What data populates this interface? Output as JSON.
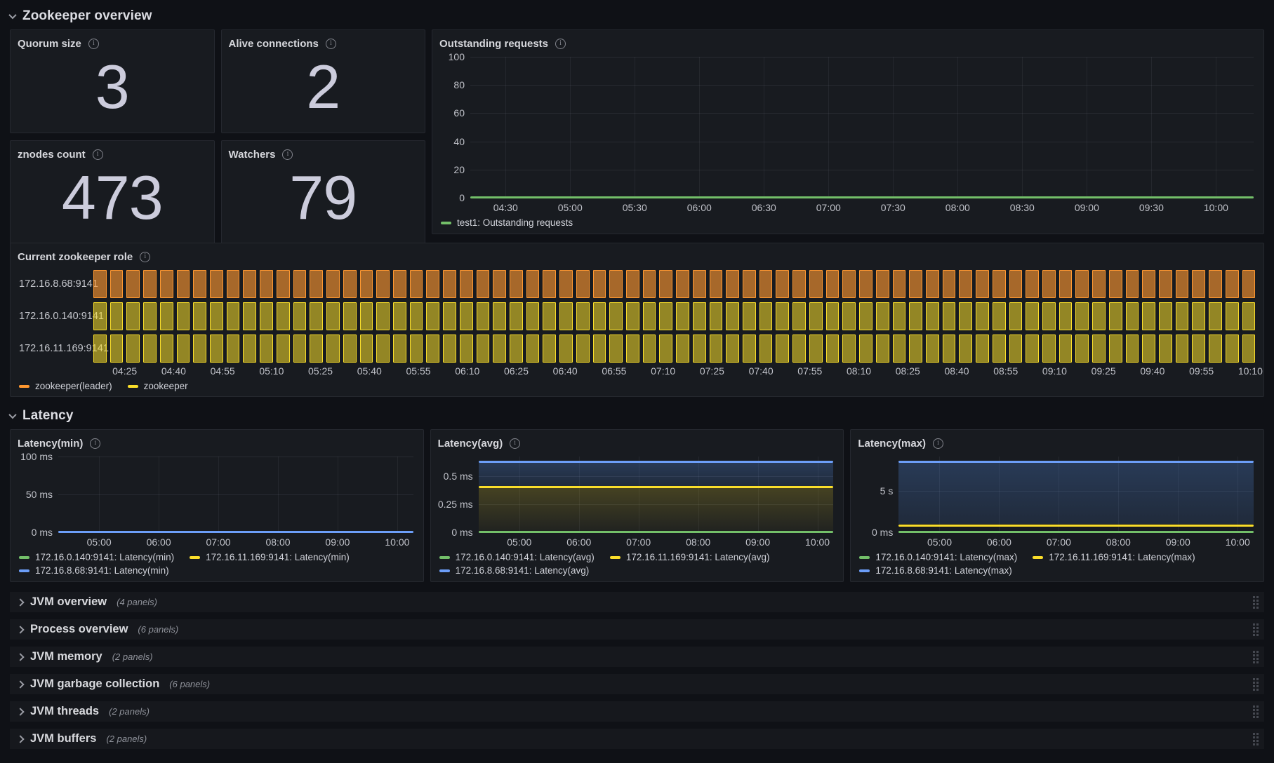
{
  "colors": {
    "green": "#73bf69",
    "yellow": "#fade2a",
    "blue": "#6c9ef8",
    "orange": "#ff9830"
  },
  "sections": {
    "overview": {
      "title": "Zookeeper overview"
    },
    "latency": {
      "title": "Latency"
    }
  },
  "stats": [
    {
      "title": "Quorum size",
      "value": "3"
    },
    {
      "title": "Alive connections",
      "value": "2"
    },
    {
      "title": "znodes count",
      "value": "473"
    },
    {
      "title": "Watchers",
      "value": "79"
    }
  ],
  "outstanding_requests": {
    "title": "Outstanding requests",
    "y_ticks": [
      "100",
      "80",
      "60",
      "40",
      "20",
      "0"
    ],
    "x_ticks": [
      "04:30",
      "05:00",
      "05:30",
      "06:00",
      "06:30",
      "07:00",
      "07:30",
      "08:00",
      "08:30",
      "09:00",
      "09:30",
      "10:00"
    ],
    "legend": [
      {
        "label": "test1: Outstanding requests",
        "color": "#73bf69"
      }
    ],
    "chart_data": {
      "type": "line",
      "title": "Outstanding requests",
      "x": [
        "04:30",
        "05:00",
        "05:30",
        "06:00",
        "06:30",
        "07:00",
        "07:30",
        "08:00",
        "08:30",
        "09:00",
        "09:30",
        "10:00"
      ],
      "series": [
        {
          "name": "test1: Outstanding requests",
          "color": "#73bf69",
          "values": [
            0,
            0,
            0,
            0,
            0,
            0,
            0,
            0,
            0,
            0,
            0,
            0
          ]
        }
      ],
      "ylim": [
        0,
        100
      ],
      "grid": true,
      "legend_position": "bottom"
    }
  },
  "role": {
    "title": "Current zookeeper role",
    "rows": [
      {
        "host": "172.16.8.68:9141",
        "state": "zookeeper(leader)"
      },
      {
        "host": "172.16.0.140:9141",
        "state": "zookeeper"
      },
      {
        "host": "172.16.11.169:9141",
        "state": "zookeeper"
      }
    ],
    "x_ticks": [
      "04:25",
      "04:40",
      "04:55",
      "05:10",
      "05:25",
      "05:40",
      "05:55",
      "06:10",
      "06:25",
      "06:40",
      "06:55",
      "07:10",
      "07:25",
      "07:40",
      "07:55",
      "08:10",
      "08:25",
      "08:40",
      "08:55",
      "09:10",
      "09:25",
      "09:40",
      "09:55",
      "10:10"
    ],
    "legend": [
      {
        "label": "zookeeper(leader)",
        "color": "#ff9830"
      },
      {
        "label": "zookeeper",
        "color": "#fade2a"
      }
    ],
    "chart_data": {
      "type": "state-timeline",
      "time_range": [
        "04:25",
        "10:10"
      ],
      "rows": [
        {
          "host": "172.16.8.68:9141",
          "state": "zookeeper(leader)",
          "color": "#ff9830"
        },
        {
          "host": "172.16.0.140:9141",
          "state": "zookeeper",
          "color": "#fade2a"
        },
        {
          "host": "172.16.11.169:9141",
          "state": "zookeeper",
          "color": "#fade2a"
        }
      ]
    }
  },
  "latency_min": {
    "title": "Latency(min)",
    "y_ticks": [
      "100 ms",
      "50 ms",
      "0 ms"
    ],
    "x_ticks": [
      "05:00",
      "06:00",
      "07:00",
      "08:00",
      "09:00",
      "10:00"
    ],
    "legend": [
      {
        "label": "172.16.0.140:9141: Latency(min)",
        "color": "#73bf69"
      },
      {
        "label": "172.16.11.169:9141: Latency(min)",
        "color": "#fade2a"
      },
      {
        "label": "172.16.8.68:9141: Latency(min)",
        "color": "#6c9ef8"
      }
    ],
    "chart_data": {
      "type": "line",
      "title": "Latency(min)",
      "unit": "ms",
      "ylim": [
        0,
        100
      ],
      "x": [
        "05:00",
        "06:00",
        "07:00",
        "08:00",
        "09:00",
        "10:00"
      ],
      "series": [
        {
          "name": "172.16.0.140:9141: Latency(min)",
          "color": "#73bf69",
          "values": [
            0,
            0,
            0,
            0,
            0,
            0
          ]
        },
        {
          "name": "172.16.11.169:9141: Latency(min)",
          "color": "#fade2a",
          "values": [
            0,
            0,
            0,
            0,
            0,
            0
          ]
        },
        {
          "name": "172.16.8.68:9141: Latency(min)",
          "color": "#6c9ef8",
          "values": [
            0,
            0,
            0,
            0,
            0,
            0
          ]
        }
      ]
    }
  },
  "latency_avg": {
    "title": "Latency(avg)",
    "y_ticks": [
      "0.5 ms",
      "0.25 ms",
      "0 ms"
    ],
    "x_ticks": [
      "05:00",
      "06:00",
      "07:00",
      "08:00",
      "09:00",
      "10:00"
    ],
    "legend": [
      {
        "label": "172.16.0.140:9141: Latency(avg)",
        "color": "#73bf69"
      },
      {
        "label": "172.16.11.169:9141: Latency(avg)",
        "color": "#fade2a"
      },
      {
        "label": "172.16.8.68:9141: Latency(avg)",
        "color": "#6c9ef8"
      }
    ],
    "chart_data": {
      "type": "line",
      "title": "Latency(avg)",
      "unit": "ms",
      "ylim": [
        0,
        0.65
      ],
      "x": [
        "05:00",
        "06:00",
        "07:00",
        "08:00",
        "09:00",
        "10:00"
      ],
      "series": [
        {
          "name": "172.16.0.140:9141: Latency(avg)",
          "color": "#73bf69",
          "values": [
            0,
            0,
            0,
            0,
            0,
            0
          ]
        },
        {
          "name": "172.16.11.169:9141: Latency(avg)",
          "color": "#fade2a",
          "values": [
            0.38,
            0.38,
            0.38,
            0.38,
            0.38,
            0.38
          ]
        },
        {
          "name": "172.16.8.68:9141: Latency(avg)",
          "color": "#6c9ef8",
          "values": [
            0.6,
            0.6,
            0.6,
            0.6,
            0.6,
            0.6
          ]
        }
      ]
    }
  },
  "latency_max": {
    "title": "Latency(max)",
    "y_ticks": [
      "5 s",
      "0 ms"
    ],
    "x_ticks": [
      "05:00",
      "06:00",
      "07:00",
      "08:00",
      "09:00",
      "10:00"
    ],
    "legend": [
      {
        "label": "172.16.0.140:9141: Latency(max)",
        "color": "#73bf69"
      },
      {
        "label": "172.16.11.169:9141: Latency(max)",
        "color": "#fade2a"
      },
      {
        "label": "172.16.8.68:9141: Latency(max)",
        "color": "#6c9ef8"
      }
    ],
    "chart_data": {
      "type": "line",
      "title": "Latency(max)",
      "unit": "s",
      "ylim": [
        0,
        8.5
      ],
      "x": [
        "05:00",
        "06:00",
        "07:00",
        "08:00",
        "09:00",
        "10:00"
      ],
      "series": [
        {
          "name": "172.16.0.140:9141: Latency(max)",
          "color": "#73bf69",
          "values": [
            0,
            0,
            0,
            0,
            0,
            0
          ]
        },
        {
          "name": "172.16.11.169:9141: Latency(max)",
          "color": "#fade2a",
          "values": [
            0.8,
            0.8,
            0.8,
            0.8,
            0.8,
            0.8
          ]
        },
        {
          "name": "172.16.8.68:9141: Latency(max)",
          "color": "#6c9ef8",
          "values": [
            8,
            8,
            8,
            8,
            8,
            8
          ]
        }
      ]
    }
  },
  "collapsed_rows": [
    {
      "title": "JVM overview",
      "count": "(4 panels)"
    },
    {
      "title": "Process overview",
      "count": "(6 panels)"
    },
    {
      "title": "JVM memory",
      "count": "(2 panels)"
    },
    {
      "title": "JVM garbage collection",
      "count": "(6 panels)"
    },
    {
      "title": "JVM threads",
      "count": "(2 panels)"
    },
    {
      "title": "JVM buffers",
      "count": "(2 panels)"
    }
  ]
}
